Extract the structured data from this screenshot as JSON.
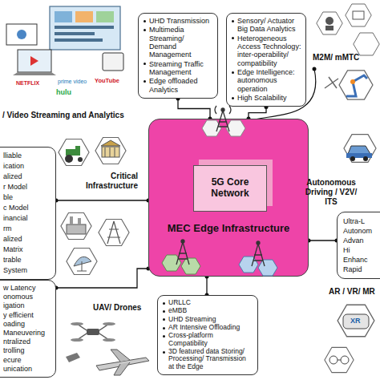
{
  "diagram": {
    "nodes": [
      {
        "text": [
          "UHD Transmission",
          "Multimedia Streaming/ Demand Management",
          "Streaming Traffic Management",
          "Edge offloaded Analytics"
        ]
      },
      {
        "text": [
          "Sensory/ Actuator Big Data Analytics",
          "Heterogeneous Access Technology: inter-operability/ compatibility",
          "Edge Intelligence: autonomous operation",
          "High Scalability"
        ]
      },
      {
        "text": [
          "lliable",
          "ication",
          "alized",
          "r Model",
          "ble",
          "c Model",
          "inancial",
          "rm",
          "alized",
          "Matrix",
          "trable",
          "System"
        ]
      },
      {
        "text": [
          "MEC Edge Infrastructure"
        ]
      },
      {
        "text": [
          "5G Core Network"
        ],
        "in": 3
      },
      {
        "text": [
          "Ultra-L",
          "Autonom",
          "Advan",
          "Hi",
          "Enhanc",
          "Rapid"
        ]
      },
      {
        "text": [
          "w Latency",
          "onomous",
          "igation",
          "y efficient",
          "oading",
          "Maneuvering",
          "ntralized",
          "trolling",
          "ecure",
          "unication"
        ]
      },
      {
        "text": [
          "URLLC",
          "eMBB",
          "UHD Streaming",
          "AR Intensive Offloading",
          "Cross-platform Compatibility",
          "3D featured data Storing/ Processing/ Transmission at the Edge"
        ]
      }
    ],
    "edges": [
      {
        "from": 0,
        "to": 3,
        "arrow": "none"
      },
      {
        "from": 1,
        "to": 3,
        "arrow": "none"
      },
      {
        "from": 2,
        "to": 3,
        "arrow": "none"
      },
      {
        "from": 6,
        "to": 3,
        "arrow": "none"
      },
      {
        "from": 7,
        "to": 3,
        "arrow": "none"
      },
      {
        "from": 5,
        "to": 3,
        "arrow": "none"
      }
    ],
    "labels": [
      "/ Video Streaming and Analytics",
      "M2M/ mMTC",
      "Critical Infrastructure",
      "Autonomous Driving / V2V/ ITS",
      "AR / VR/ MR",
      "UAV/ Drones",
      "NETFLIX",
      "prime video",
      "hulu",
      "YouTube",
      "XR"
    ]
  }
}
